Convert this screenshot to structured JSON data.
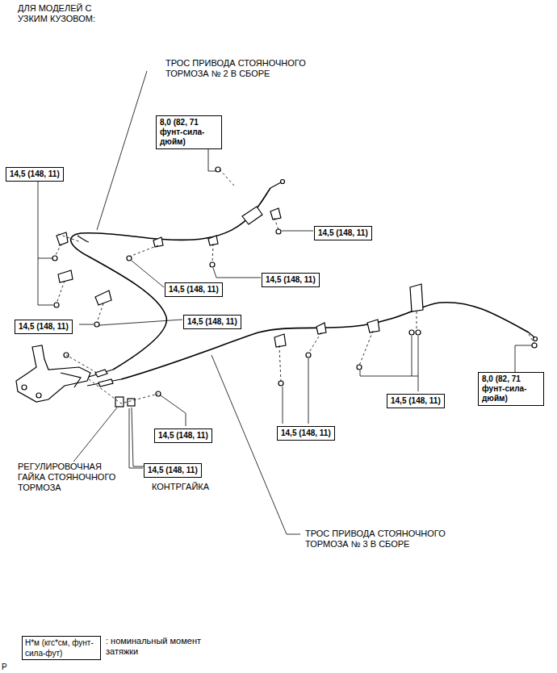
{
  "diagram": {
    "title": "ДЛЯ МОДЕЛЕЙ С УЗКИМ КУЗОВОМ:",
    "nodes": [
      {
        "text": [
          "8,0 (82, 71 фунт-сила-дюйм)"
        ]
      },
      {
        "text": [
          "14,5 (148, 11)"
        ]
      },
      {
        "text": [
          "14,5 (148, 11)"
        ]
      },
      {
        "text": [
          "14,5 (148, 11)"
        ]
      },
      {
        "text": [
          "14,5 (148, 11)"
        ]
      },
      {
        "text": [
          "14,5 (148, 11)"
        ]
      },
      {
        "text": [
          "14,5 (148, 11)"
        ]
      },
      {
        "text": [
          "8,0 (82, 71 фунт-сила-дюйм)"
        ]
      },
      {
        "text": [
          "14,5 (148, 11)"
        ]
      },
      {
        "text": [
          "14,5 (148, 11)"
        ]
      },
      {
        "text": [
          "14,5 (148, 11)"
        ]
      },
      {
        "text": [
          "14,5 (148, 11)"
        ]
      },
      {
        "text": [
          "Н*м (кгс*см, фунт-сила-фут)",
          ": номинальный момент затяжки"
        ]
      }
    ],
    "labels": [
      "ТРОС ПРИВОДА СТОЯНОЧНОГО ТОРМОЗА № 2 В СБОРЕ",
      "ТРОС ПРИВОДА СТОЯНОЧНОГО ТОРМОЗА № 3 В СБОРЕ",
      "РЕГУЛИРОВОЧНАЯ ГАЙКА СТОЯНОЧНОГО ТОРМОЗА",
      "КОНТРГАЙКА",
      "P"
    ]
  }
}
